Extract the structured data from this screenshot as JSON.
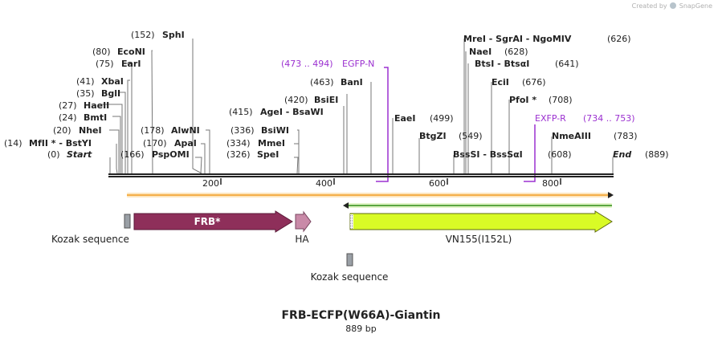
{
  "credit": {
    "prefix": "Created by",
    "brand": "SnapGene"
  },
  "title": "FRB-ECFP(W66A)-Giantin",
  "length_label": "889 bp",
  "colors": {
    "backbone": "#222222",
    "orf": "#f29b20",
    "orf_reverse": "#2f8b16",
    "primer": "#9b30d0",
    "frb": "#8e2f5a",
    "ha": "#c98aa8",
    "vn155": "#d9fb26",
    "kozak": "#9aa0a6"
  },
  "ruler": {
    "ticks": [
      "200",
      "400",
      "600",
      "800"
    ]
  },
  "sites": [
    {
      "name": "SphI",
      "pos": "(152)"
    },
    {
      "name": "EcoNI",
      "pos": "(80)"
    },
    {
      "name": "EarI",
      "pos": "(75)"
    },
    {
      "name": "XbaI",
      "pos": "(41)"
    },
    {
      "name": "BglI",
      "pos": "(35)"
    },
    {
      "name": "HaeII",
      "pos": "(27)"
    },
    {
      "name": "BmtI",
      "pos": "(24)"
    },
    {
      "name": "NheI",
      "pos": "(20)"
    },
    {
      "name": "MfII * - BstYI",
      "pos": "(14)"
    },
    {
      "name": "Start",
      "pos": "(0)",
      "italic": true
    },
    {
      "name": "AlwNI",
      "pos": "(178)"
    },
    {
      "name": "ApaI",
      "pos": "(170)"
    },
    {
      "name": "PspOMI",
      "pos": "(166)"
    },
    {
      "name": "AgeI - BsaWI",
      "pos": "(415)"
    },
    {
      "name": "BsiEI",
      "pos": "(420)"
    },
    {
      "name": "BanI",
      "pos": "(463)"
    },
    {
      "name": "BsiWI",
      "pos": "(336)"
    },
    {
      "name": "MmeI",
      "pos": "(334)"
    },
    {
      "name": "SpeI",
      "pos": "(326)"
    },
    {
      "name": "EaeI",
      "pos": "(499)"
    },
    {
      "name": "BtgZI",
      "pos": "(549)"
    },
    {
      "name": "MreI - SgrAI - NgoMIV",
      "pos": "(626)"
    },
    {
      "name": "NaeI",
      "pos": "(628)"
    },
    {
      "name": "BtsI - BtsαI",
      "pos": "(641)"
    },
    {
      "name": "EciI",
      "pos": "(676)"
    },
    {
      "name": "PfoI *",
      "pos": "(708)"
    },
    {
      "name": "BssSI - BssSαI",
      "pos": "(608)"
    },
    {
      "name": "NmeAIII",
      "pos": "(783)"
    },
    {
      "name": "End",
      "pos": "(889)",
      "italic": true
    }
  ],
  "primers": [
    {
      "name": "EGFP-N",
      "range": "(473 .. 494)"
    },
    {
      "name": "EXFP-R",
      "range": "(734 .. 753)"
    }
  ],
  "features": [
    {
      "name": "FRB*"
    },
    {
      "name": "HA"
    },
    {
      "name": "VN155(I152L)"
    },
    {
      "name": "Kozak sequence"
    },
    {
      "name": "Kozak sequence"
    }
  ]
}
